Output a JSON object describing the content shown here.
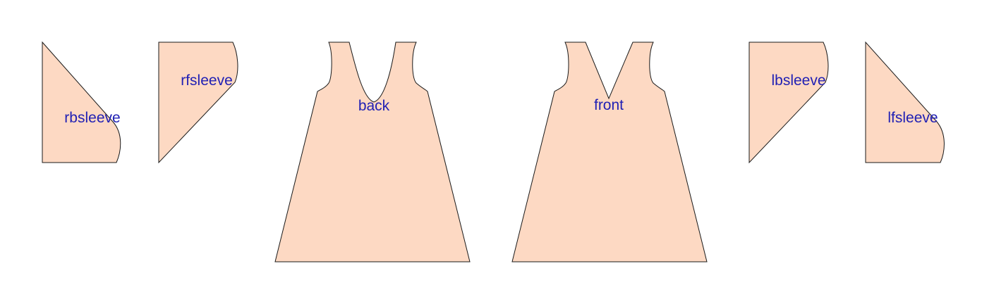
{
  "colors": {
    "piece_fill": "#fdd9c3",
    "label": "#1f1fb4",
    "background": "#ffffff"
  },
  "pieces": {
    "rbsleeve": {
      "label": "rbsleeve"
    },
    "rfsleeve": {
      "label": "rfsleeve"
    },
    "back": {
      "label": "back"
    },
    "front": {
      "label": "front"
    },
    "lbsleeve": {
      "label": "lbsleeve"
    },
    "lfsleeve": {
      "label": "lfsleeve"
    }
  }
}
